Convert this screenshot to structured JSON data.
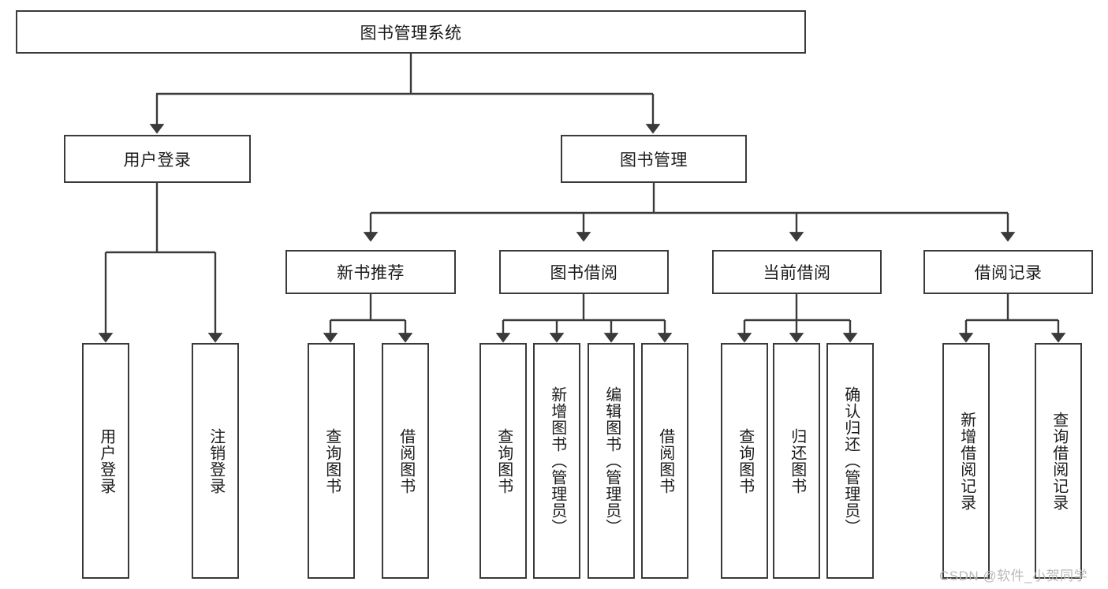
{
  "diagram": {
    "title": "图书管理系统",
    "type": "tree-hierarchy",
    "root": {
      "label": "图书管理系统"
    },
    "level1": [
      {
        "label": "用户登录"
      },
      {
        "label": "图书管理"
      }
    ],
    "level2": [
      {
        "label": "新书推荐"
      },
      {
        "label": "图书借阅"
      },
      {
        "label": "当前借阅"
      },
      {
        "label": "借阅记录"
      }
    ],
    "leaves": {
      "user_login": [
        {
          "label": "用户登录"
        },
        {
          "label": "注销登录"
        }
      ],
      "new_book_recommend": [
        {
          "label": "查询图书"
        },
        {
          "label": "借阅图书"
        }
      ],
      "book_borrow": [
        {
          "label": "查询图书"
        },
        {
          "label": "新增图书（管理员）"
        },
        {
          "label": "编辑图书（管理员）"
        },
        {
          "label": "借阅图书"
        }
      ],
      "current_borrow": [
        {
          "label": "查询图书"
        },
        {
          "label": "归还图书"
        },
        {
          "label": "确认归还（管理员）"
        }
      ],
      "borrow_records": [
        {
          "label": "新增借阅记录"
        },
        {
          "label": "查询借阅记录"
        }
      ]
    }
  },
  "watermark": {
    "text": "CSDN @软件_小贺同学"
  },
  "colors": {
    "stroke": "#3a3a3a",
    "background": "#ffffff",
    "text": "#1b1b1b",
    "watermark": "#b9b9b9"
  }
}
